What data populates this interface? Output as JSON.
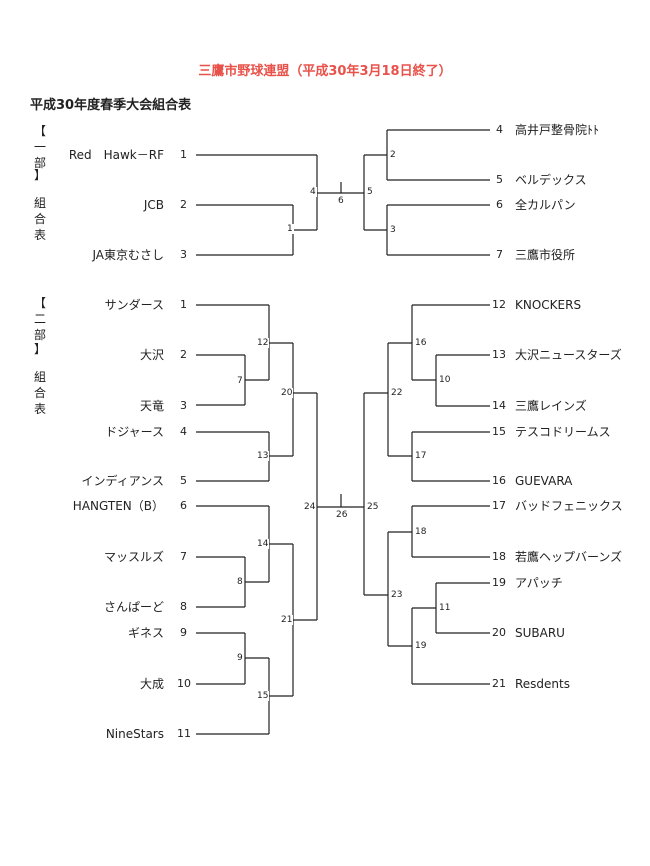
{
  "header": {
    "title": "三鷹市野球連盟（平成30年3月18日終了）",
    "subtitle": "平成30年度春季大会組合表"
  },
  "sections": {
    "part1": [
      "【",
      "一",
      "部",
      "】",
      "組",
      "合",
      "表"
    ],
    "part2": [
      "【",
      "二",
      "部",
      "】",
      "組",
      "合",
      "表"
    ]
  },
  "teams": [
    {
      "num": "1",
      "name": "Red　Hawk－RF"
    },
    {
      "num": "2",
      "name": "JCB"
    },
    {
      "num": "3",
      "name": "JA東京むさし"
    },
    {
      "num": "4",
      "name": "高井戸整骨院ﾄﾄ"
    },
    {
      "num": "5",
      "name": "ベルデックス"
    },
    {
      "num": "6",
      "name": "全カルパン"
    },
    {
      "num": "7",
      "name": "三鷹市役所"
    },
    {
      "num": "1",
      "name": "サンダース"
    },
    {
      "num": "2",
      "name": "大沢"
    },
    {
      "num": "3",
      "name": "天竜"
    },
    {
      "num": "4",
      "name": "ドジャース"
    },
    {
      "num": "5",
      "name": "インディアンス"
    },
    {
      "num": "6",
      "name": "HANGTEN（B）"
    },
    {
      "num": "7",
      "name": "マッスルズ"
    },
    {
      "num": "8",
      "name": "さんぱーど"
    },
    {
      "num": "9",
      "name": "ギネス"
    },
    {
      "num": "10",
      "name": "大成"
    },
    {
      "num": "11",
      "name": "NineStars"
    },
    {
      "num": "12",
      "name": "KNOCKERS"
    },
    {
      "num": "13",
      "name": "大沢ニュースターズ"
    },
    {
      "num": "14",
      "name": "三鷹レインズ"
    },
    {
      "num": "15",
      "name": "テスコドリームス"
    },
    {
      "num": "16",
      "name": "GUEVARA"
    },
    {
      "num": "17",
      "name": "バッドフェニックス"
    },
    {
      "num": "18",
      "name": "若鷹ヘップバーンズ"
    },
    {
      "num": "19",
      "name": "アパッチ"
    },
    {
      "num": "20",
      "name": "SUBARU"
    },
    {
      "num": "21",
      "name": "Resdents"
    }
  ],
  "matches": [
    "1",
    "2",
    "3",
    "4",
    "5",
    "6",
    "7",
    "8",
    "9",
    "10",
    "11",
    "12",
    "13",
    "14",
    "15",
    "16",
    "17",
    "18",
    "19",
    "20",
    "21",
    "22",
    "23",
    "24",
    "25",
    "26"
  ]
}
